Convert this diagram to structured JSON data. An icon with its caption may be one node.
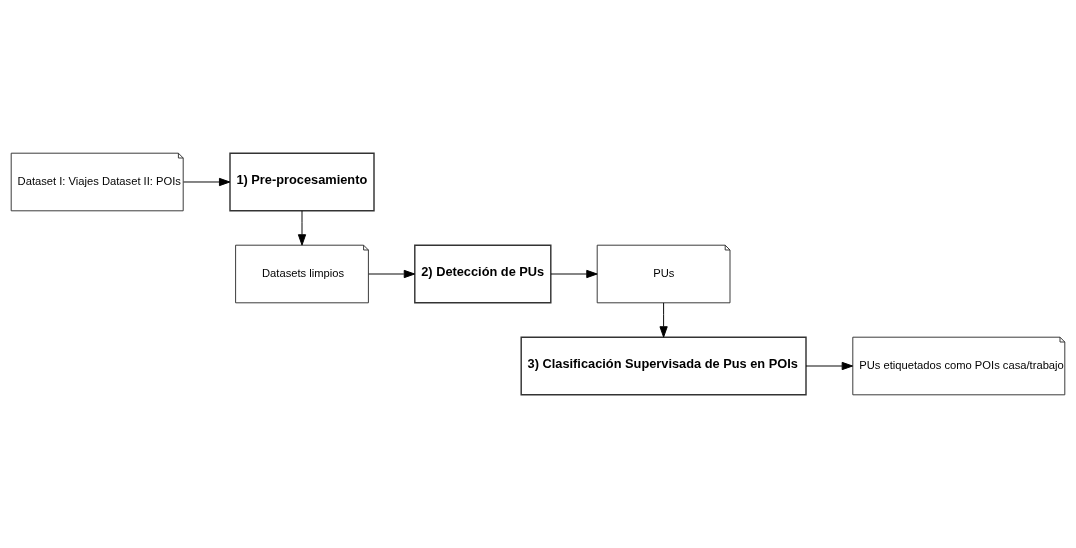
{
  "diagram": {
    "nodes": [
      {
        "text": [
          "Dataset I: Viajes Dataset II: POIs"
        ]
      },
      {
        "text": [
          "1) Pre-procesamiento"
        ]
      },
      {
        "text": [
          "Datasets limpios"
        ]
      },
      {
        "text": [
          "2) Detección de PUs"
        ]
      },
      {
        "text": [
          "PUs"
        ]
      },
      {
        "text": [
          "3) Clasificación Supervisada de Pus en POIs"
        ]
      },
      {
        "text": [
          "PUs etiquetados como POIs casa/trabajo"
        ]
      }
    ],
    "edges": [
      {
        "from": 0,
        "to": 1,
        "arrow": "to"
      },
      {
        "from": 1,
        "to": 2,
        "arrow": "to"
      },
      {
        "from": 2,
        "to": 3,
        "arrow": "to"
      },
      {
        "from": 3,
        "to": 4,
        "arrow": "to"
      },
      {
        "from": 4,
        "to": 5,
        "arrow": "to"
      },
      {
        "from": 5,
        "to": 6,
        "arrow": "to"
      }
    ]
  }
}
